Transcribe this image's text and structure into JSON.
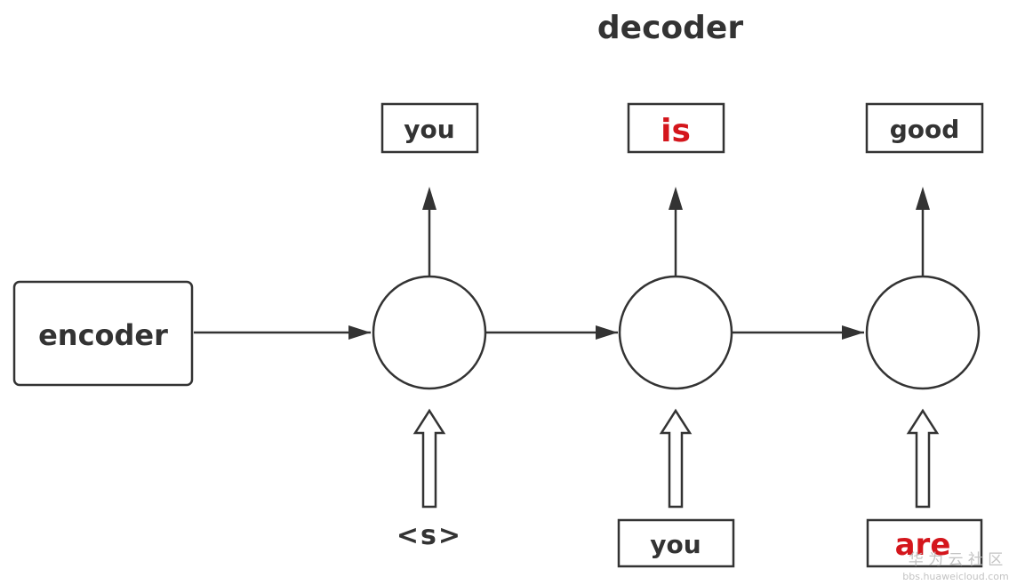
{
  "title": "decoder",
  "encoder_label": "encoder",
  "outputs": [
    {
      "label": "you",
      "color": "#333333"
    },
    {
      "label": "is",
      "color": "#d4161c"
    },
    {
      "label": "good",
      "color": "#333333"
    }
  ],
  "inputs": [
    {
      "label": "<s>",
      "color": "#333333"
    },
    {
      "label": "you",
      "color": "#333333"
    },
    {
      "label": "are",
      "color": "#d4161c"
    }
  ],
  "watermark": {
    "logo_text": "华 为 云 社 区",
    "url": "bbs.huaweicloud.com"
  },
  "colors": {
    "stroke": "#333333",
    "highlight": "#d4161c",
    "background": "#ffffff"
  }
}
